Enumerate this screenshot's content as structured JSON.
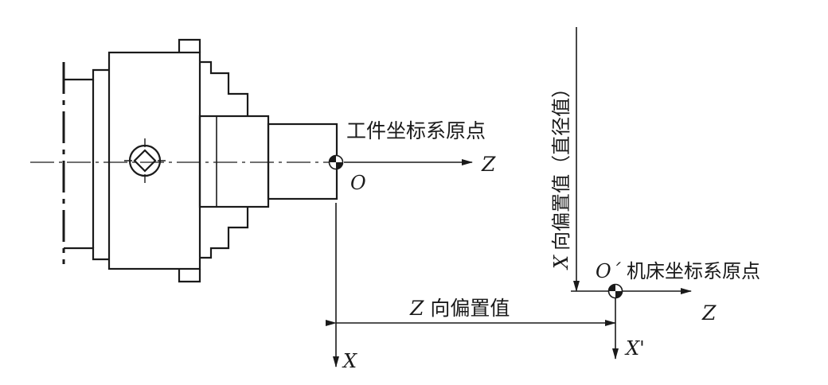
{
  "labels": {
    "workpiece_origin_title": "工件坐标系原点",
    "workpiece_origin_letter": "O",
    "workpiece_z_axis": "Z",
    "workpiece_x_axis": "X",
    "machine_origin_letter": "O´",
    "machine_origin_title": "机床坐标系原点",
    "machine_z_axis": "Z",
    "machine_x_axis": "X'",
    "z_offset_axis_letter": "Z",
    "z_offset_text": "向偏置值",
    "x_offset_axis_letter": "X",
    "x_offset_text": "向偏置值（直径值）"
  },
  "colors": {
    "line": "#1a1a1a",
    "background": "#ffffff"
  }
}
